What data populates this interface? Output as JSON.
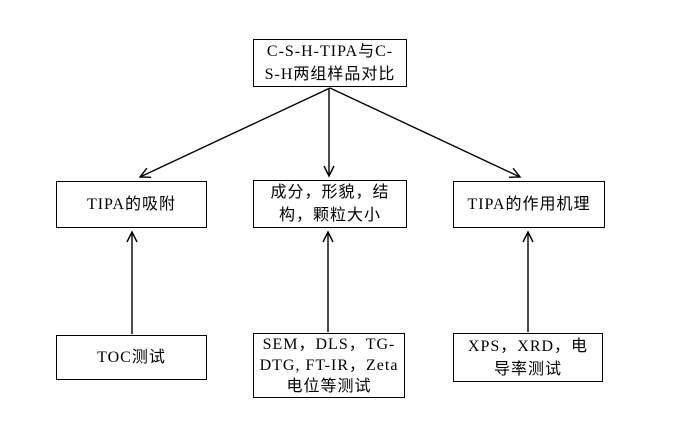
{
  "diagram": {
    "title": "C-S-H-TIPA comparison flowchart",
    "colors": {
      "background": "#ffffff",
      "line": "#000000",
      "text": "#000000"
    },
    "nodes": [
      {
        "id": "root",
        "lines": [
          "C-S-H-TIPA与C-",
          "S-H两组样品对比"
        ]
      },
      {
        "id": "mid-left",
        "lines": [
          "TIPA的吸附"
        ]
      },
      {
        "id": "mid-center",
        "lines": [
          "成分，形貌，结",
          "构，颗粒大小"
        ]
      },
      {
        "id": "mid-right",
        "lines": [
          "TIPA的作用机理"
        ]
      },
      {
        "id": "bot-left",
        "lines": [
          "TOC测试"
        ]
      },
      {
        "id": "bot-center",
        "lines": [
          "SEM，DLS，TG-",
          "DTG, FT-IR，Zeta",
          "电位等测试"
        ]
      },
      {
        "id": "bot-right",
        "lines": [
          "XPS，XRD，电",
          "导率测试"
        ]
      }
    ],
    "edges": [
      {
        "from": "root",
        "to": "mid-left",
        "direction": "down"
      },
      {
        "from": "root",
        "to": "mid-center",
        "direction": "down"
      },
      {
        "from": "root",
        "to": "mid-right",
        "direction": "down"
      },
      {
        "from": "bot-left",
        "to": "mid-left",
        "direction": "up"
      },
      {
        "from": "bot-center",
        "to": "mid-center",
        "direction": "up"
      },
      {
        "from": "bot-right",
        "to": "mid-right",
        "direction": "up"
      }
    ]
  }
}
